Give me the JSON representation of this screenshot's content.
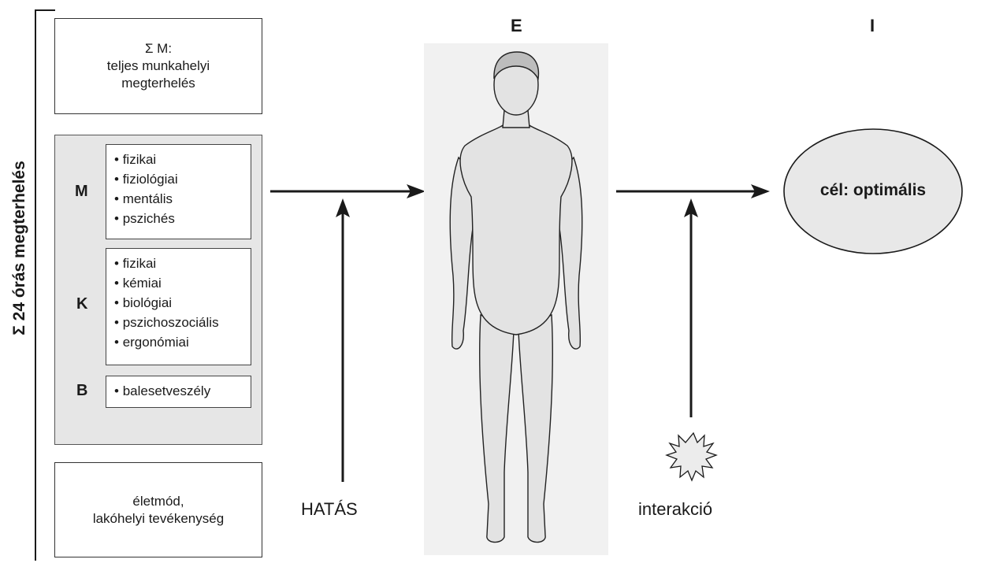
{
  "left_axis": {
    "label": "Σ 24 órás megterhelés"
  },
  "top_box": {
    "lines": [
      "Σ M:",
      "teljes munkahelyi",
      "megterhelés"
    ]
  },
  "group_m": {
    "letter": "M",
    "items": [
      "fizikai",
      "fiziológiai",
      "mentális",
      "pszichés"
    ]
  },
  "group_k": {
    "letter": "K",
    "items": [
      "fizikai",
      "kémiai",
      "biológiai",
      "pszichoszociális",
      "ergonómiai"
    ]
  },
  "group_b": {
    "letter": "B",
    "items": [
      "balesetveszély"
    ]
  },
  "bottom_box": {
    "lines": [
      "életmód,",
      "lakóhelyi tevékenység"
    ]
  },
  "column_e": {
    "label": "E"
  },
  "column_i": {
    "label": "I"
  },
  "hatas": {
    "label": "HATÁS"
  },
  "interakcio": {
    "label": "interakció"
  },
  "goal": {
    "label": "cél: optimális"
  },
  "colors": {
    "panel": "#e6e6e6",
    "figure": "#e3e3e3",
    "ellipse": "#e8e8e8",
    "line": "#1a1a1a"
  }
}
